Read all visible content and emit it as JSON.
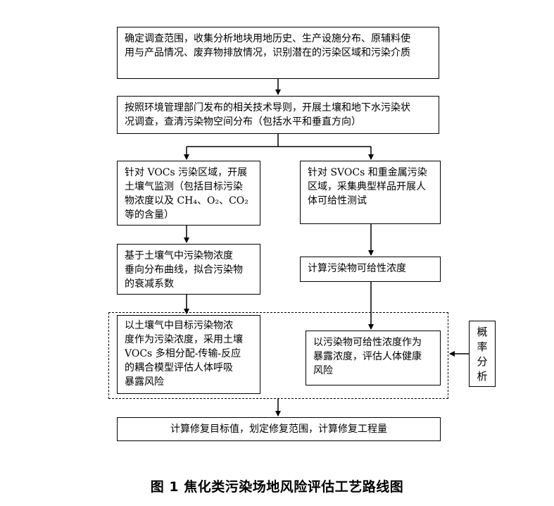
{
  "nodes": {
    "step1": "确定调查范围，收集分析地块用地历史、生产设施分布、原辅料使\n用与产品情况、废弃物排放情况，识别潜在的污染区域和污染介质",
    "step2": "按照环境管理部门发布的相关技术导则，开展土壤和地下水污染状\n况调查，查清污染物空间分布（包括水平和垂直方向）",
    "left1": "针对 VOCs 污染区域，开展\n土壤气监测（包括目标污染\n物浓度以及 CH₄、O₂、CO₂\n等的含量）",
    "left2": "基于土壤气中污染物浓度\n垂向分布曲线，拟合污染物\n的衰减系数",
    "left3": "以土壤气中目标污染物浓\n度作为污染浓度，采用土壤\nVOCs 多相分配-传输-反应\n的耦合模型评估人体呼吸\n暴露风险",
    "right1": "针对 SVOCs 和重金属污染\n区域，采集典型样品开展人\n体可给性测试",
    "right2": "计算污染物可给性浓度",
    "right3": "以污染物可给性浓度作为\n暴露浓度，评估人体健康\n风险",
    "final": "计算修复目标值，划定修复范围，计算修复工程量",
    "side_label": [
      "概",
      "率",
      "分",
      "析"
    ]
  },
  "caption": "图 1  焦化类污染场地风险评估工艺路线图"
}
